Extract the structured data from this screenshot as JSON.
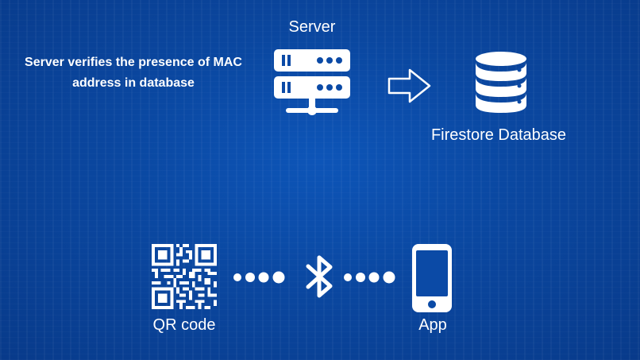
{
  "headline": {
    "line1": "Server verifies the presence of MAC",
    "line2": "address in database"
  },
  "nodes": {
    "server": {
      "label": "Server",
      "icon": "server-icon"
    },
    "database": {
      "label": "Firestore Database",
      "icon": "database-icon"
    },
    "qr": {
      "label": "QR code",
      "icon": "qr-code-icon"
    },
    "app": {
      "label": "App",
      "icon": "smartphone-icon"
    },
    "bluetooth": {
      "icon": "bluetooth-icon"
    }
  },
  "colors": {
    "background": "#0b4aa6",
    "foreground": "#ffffff"
  }
}
